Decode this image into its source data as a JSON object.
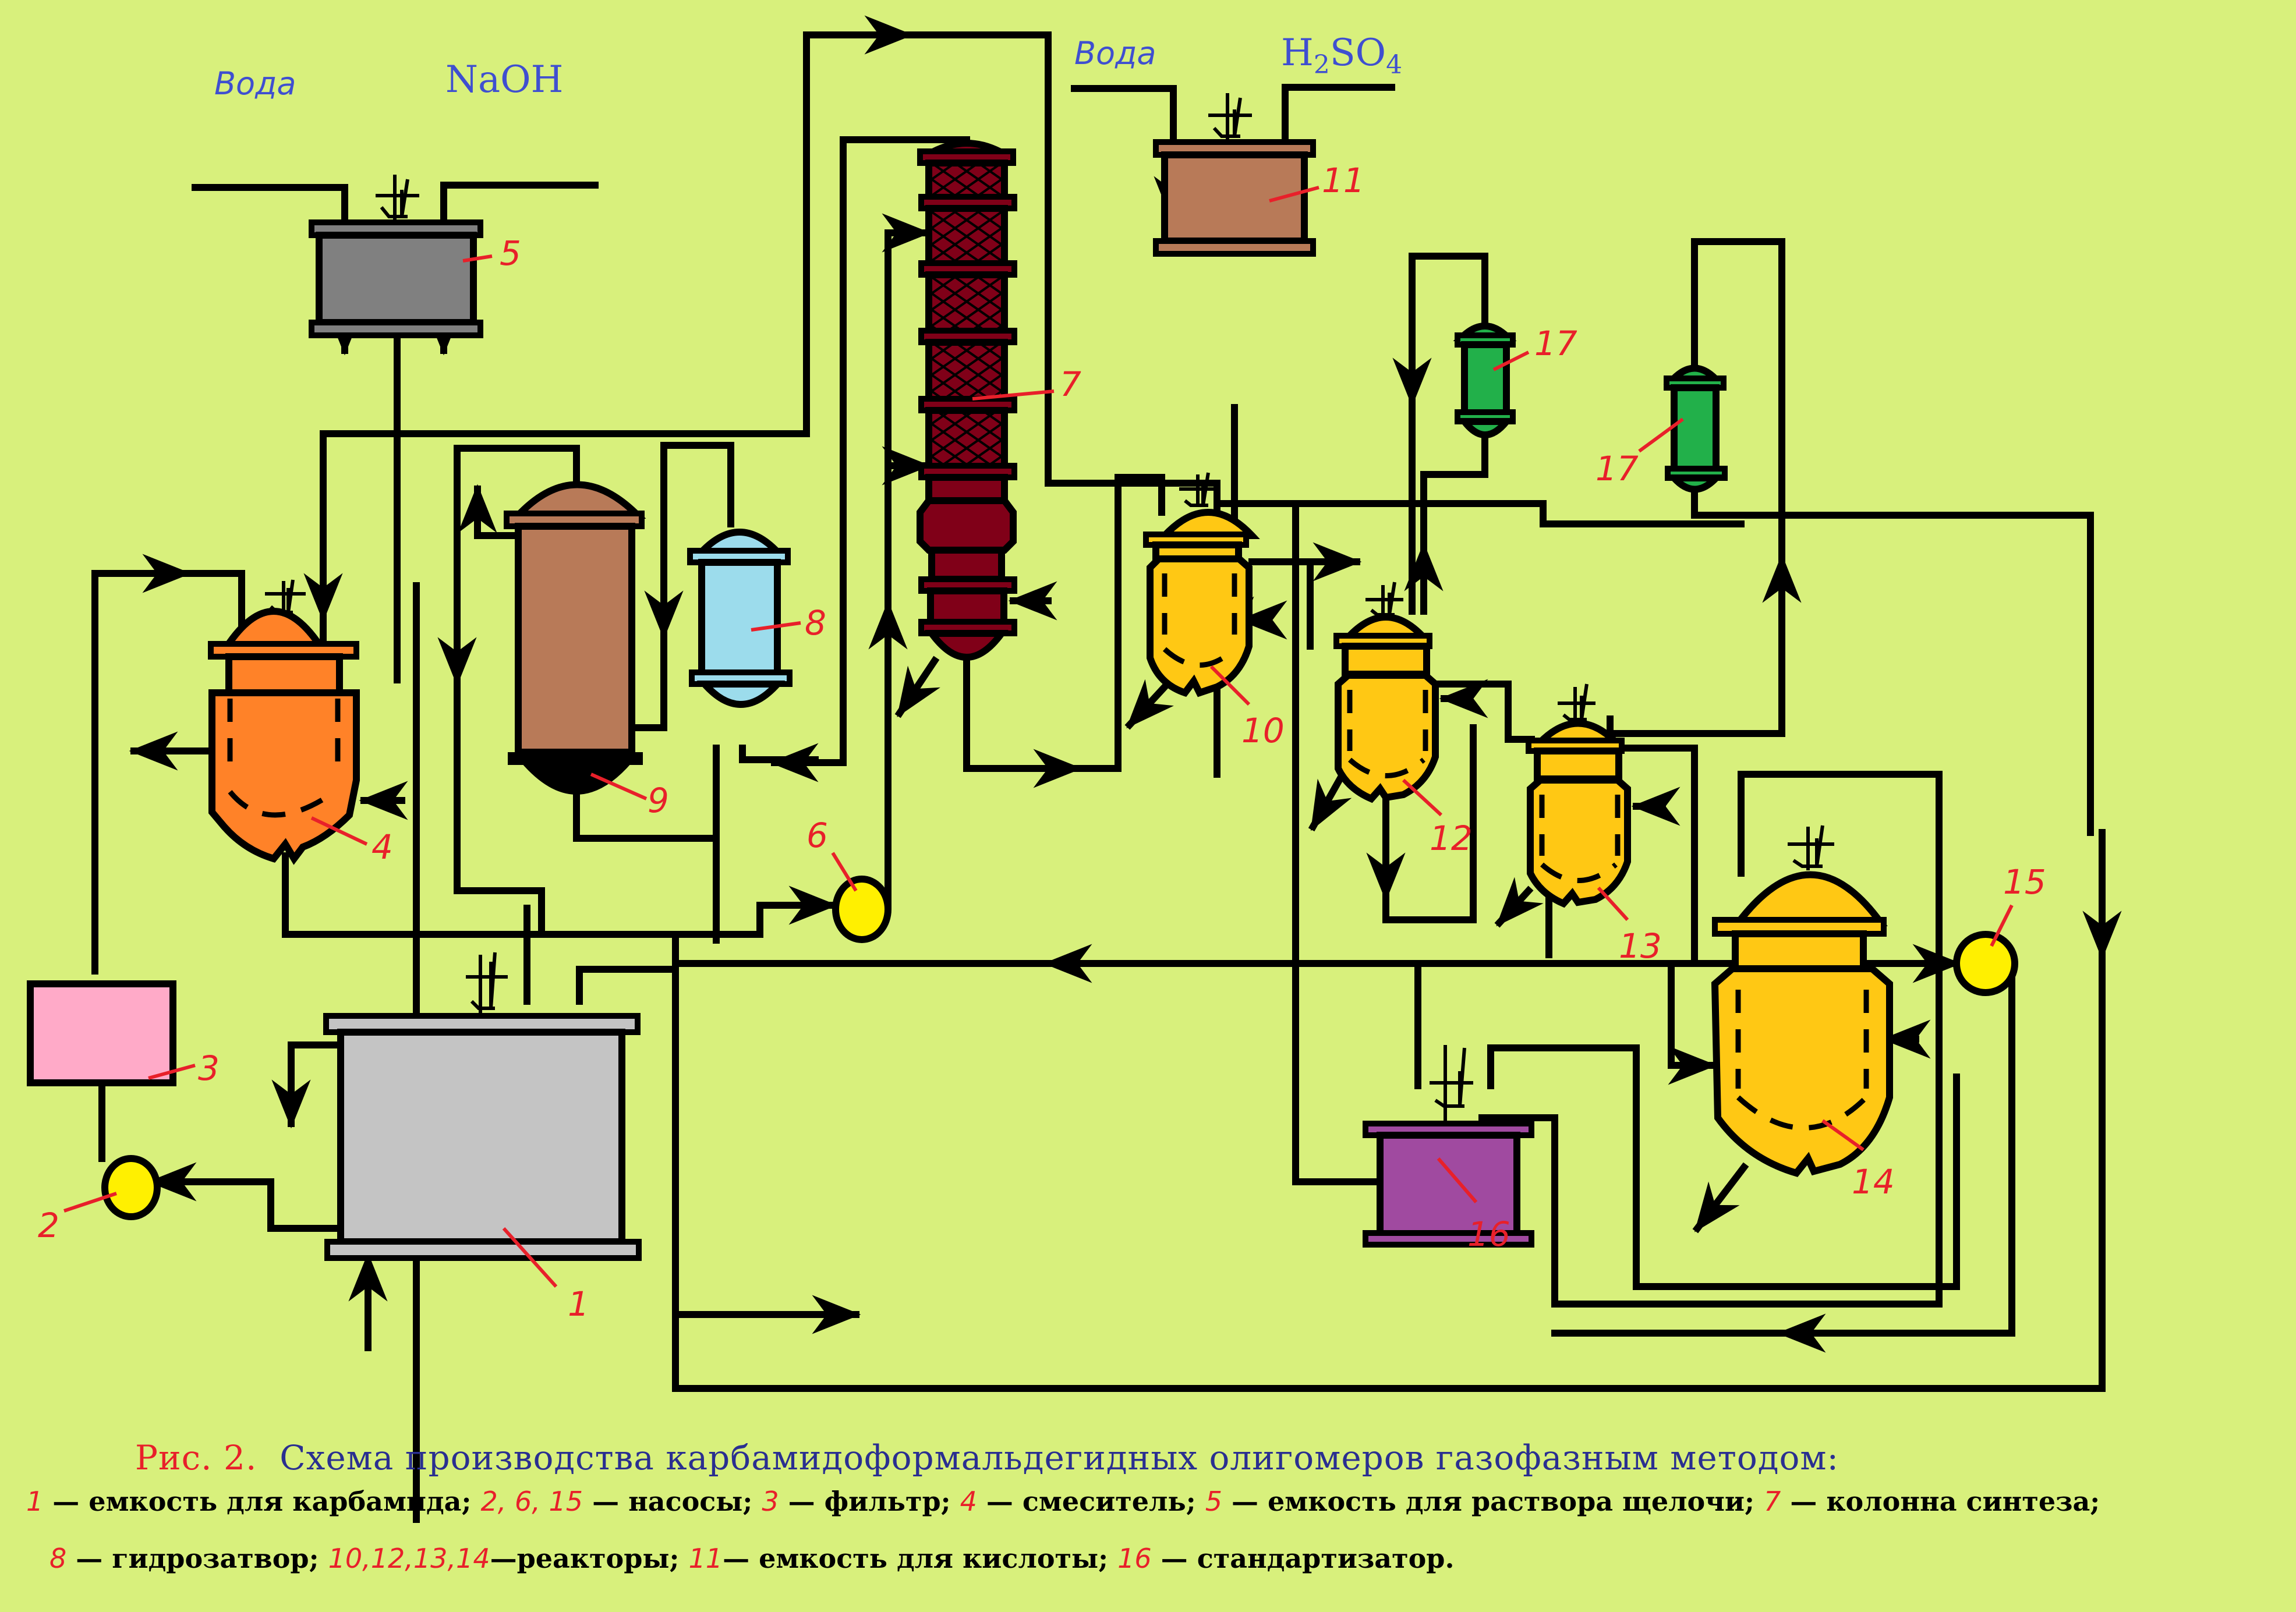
{
  "diagram": {
    "feeds": {
      "tank5_water": "Вода",
      "tank5_reagent": "NaOH",
      "tank11_water": "Вода",
      "tank11_reagent_main": "H",
      "tank11_reagent_sub1": "2",
      "tank11_reagent_mid": "SO",
      "tank11_reagent_sub2": "4"
    },
    "colors": {
      "background": "#d8f07c",
      "tank1": "#c4c4c4",
      "pump": "#fff000",
      "filter3": "#ffaac8",
      "mixer4": "#ff8228",
      "tank5": "#808080",
      "column7": "#800018",
      "hydroseal8": "#9cdcec",
      "vessel9": "#b87a58",
      "reactor": "#ffc814",
      "tank11": "#b87a58",
      "standardizer16": "#a04aa0",
      "condenser17": "#22b04a",
      "label": "#e8202a"
    },
    "equipment": [
      {
        "id": "1",
        "label": "1"
      },
      {
        "id": "2",
        "label": "2"
      },
      {
        "id": "3",
        "label": "3"
      },
      {
        "id": "4",
        "label": "4"
      },
      {
        "id": "5",
        "label": "5"
      },
      {
        "id": "6",
        "label": "6"
      },
      {
        "id": "7",
        "label": "7"
      },
      {
        "id": "8",
        "label": "8"
      },
      {
        "id": "9",
        "label": "9"
      },
      {
        "id": "10",
        "label": "10"
      },
      {
        "id": "11",
        "label": "11"
      },
      {
        "id": "12",
        "label": "12"
      },
      {
        "id": "13",
        "label": "13"
      },
      {
        "id": "14",
        "label": "14"
      },
      {
        "id": "15",
        "label": "15"
      },
      {
        "id": "16",
        "label": "16"
      },
      {
        "id": "17a",
        "label": "17"
      },
      {
        "id": "17b",
        "label": "17"
      }
    ]
  },
  "caption": {
    "fig_label": "Рис. 2.",
    "title": "Схема  производства  карбамидоформальдегидных   олигомеров   газофазным  методом:",
    "legend": [
      {
        "num": "1",
        "text": " — емкость для карбамида; "
      },
      {
        "num": "2,  6,  15",
        "text": " — насосы; "
      },
      {
        "num": "3",
        "text": " — фильтр; "
      },
      {
        "num": "4",
        "text": " — смеситель; "
      },
      {
        "num": "5",
        "text": " — емкость для раствора щелочи; "
      },
      {
        "num": "7",
        "text": " — колонна синтеза;"
      },
      {
        "num": "8",
        "text": " — гидрозатвор;  "
      },
      {
        "num": "10,12,13,14",
        "text": "—реакторы;"
      },
      {
        "num": "11",
        "text": "— емкость для кислоты;"
      },
      {
        "num": "16",
        "text": " — стандартизатор."
      }
    ]
  }
}
